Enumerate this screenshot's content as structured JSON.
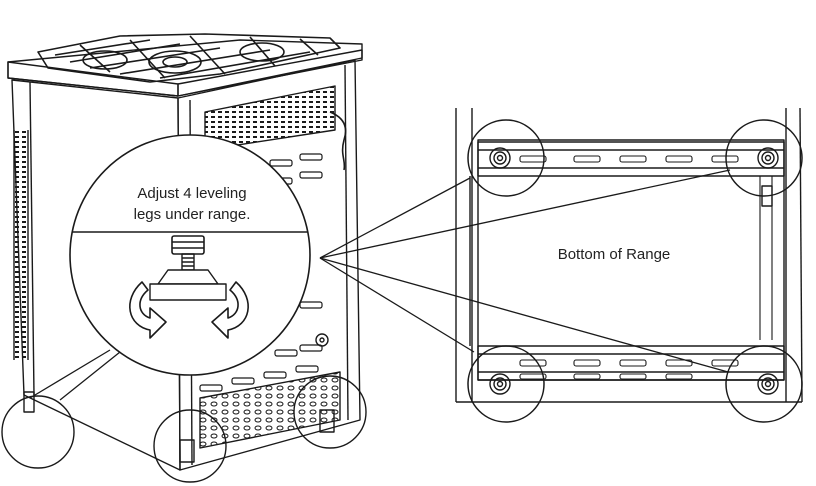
{
  "callout": {
    "line1": "Adjust 4 leveling",
    "line2": "legs under range."
  },
  "bottom_view": {
    "label": "Bottom of Range"
  },
  "colors": {
    "stroke": "#1a1a1a",
    "background": "#ffffff"
  }
}
